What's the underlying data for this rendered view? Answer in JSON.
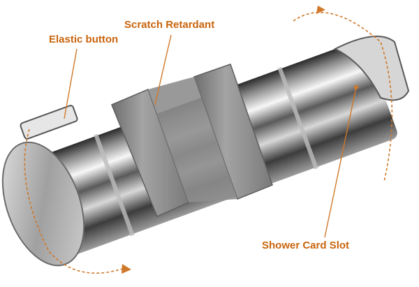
{
  "callouts": {
    "elastic_button": "Elastic button",
    "scratch_retardant": "Scratch Retardant",
    "shower_card_slot": "Shower Card Slot"
  },
  "colors": {
    "label_text": "#c8640c",
    "leader_line": "#d0782a",
    "background": "#ffffff",
    "chrome_dark": "#4a4a4a",
    "chrome_light": "#f4f4f4",
    "rubber_grey": "#8e8e8e"
  },
  "icons": {
    "rotation_arrow": "curved-arrow-icon"
  }
}
